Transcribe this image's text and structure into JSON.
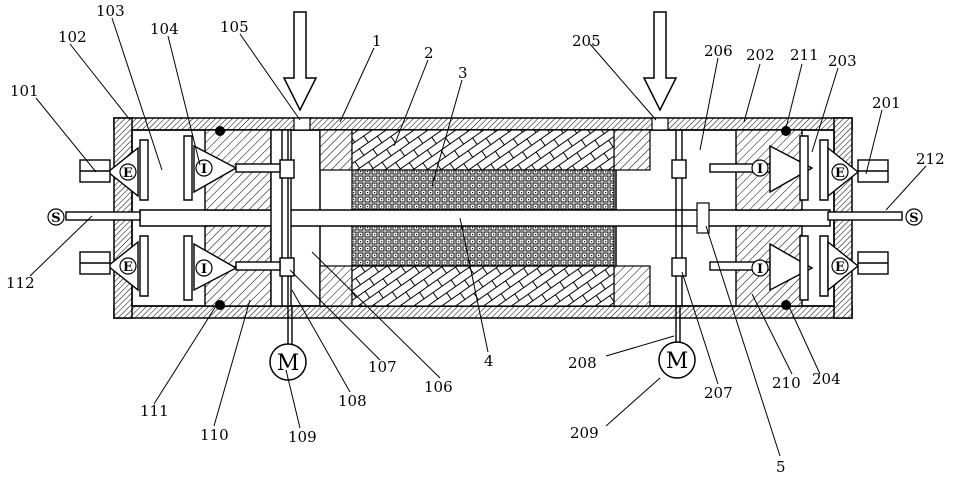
{
  "labels": {
    "l101": "101",
    "l102": "102",
    "l103": "103",
    "l104": "104",
    "l105": "105",
    "l106": "106",
    "l107": "107",
    "l108": "108",
    "l109": "109",
    "l110": "110",
    "l111": "111",
    "l112": "112",
    "l201": "201",
    "l202": "202",
    "l203": "203",
    "l204": "204",
    "l205": "205",
    "l206": "206",
    "l207": "207",
    "l208": "208",
    "l209": "209",
    "l210": "210",
    "l211": "211",
    "l212": "212",
    "l1": "1",
    "l2": "2",
    "l3": "3",
    "l4": "4",
    "l5": "5"
  },
  "symbols": {
    "exhaust": "E",
    "intake": "I",
    "spark": "S",
    "motor": "M"
  }
}
